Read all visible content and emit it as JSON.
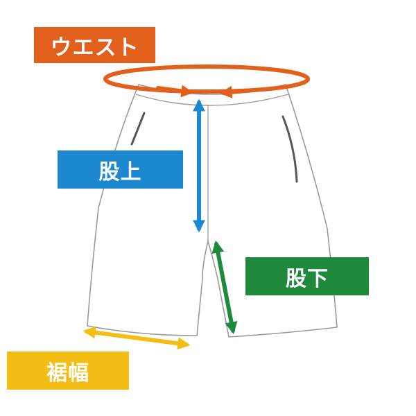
{
  "labels": {
    "waist": "ウエスト",
    "rise": "股上",
    "inseam": "股下",
    "hem_width": "裾幅"
  },
  "colors": {
    "waist": "#e0601c",
    "rise": "#1b88d0",
    "inseam": "#1f8a3c",
    "hem_width": "#f3bd14",
    "outline": "#9a9a9a",
    "pocket": "#555555"
  }
}
